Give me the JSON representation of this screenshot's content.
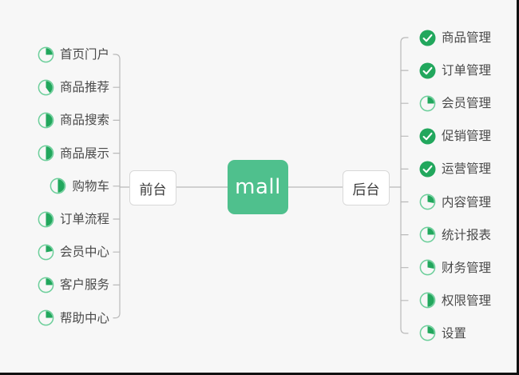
{
  "diagram": {
    "title": "mall",
    "center": {
      "label": "mall",
      "color": "#4FC08D"
    },
    "branches": [
      {
        "id": "frontend",
        "side": "left",
        "label": "前台",
        "items": [
          {
            "label": "首页门户",
            "status": "in-progress",
            "percent": 25
          },
          {
            "label": "商品推荐",
            "status": "in-progress",
            "percent": 40
          },
          {
            "label": "商品搜索",
            "status": "in-progress",
            "percent": 50
          },
          {
            "label": "商品展示",
            "status": "in-progress",
            "percent": 50
          },
          {
            "label": "购物车",
            "status": "in-progress",
            "percent": 50
          },
          {
            "label": "订单流程",
            "status": "in-progress",
            "percent": 50
          },
          {
            "label": "会员中心",
            "status": "in-progress",
            "percent": 22
          },
          {
            "label": "客户服务",
            "status": "in-progress",
            "percent": 25
          },
          {
            "label": "帮助中心",
            "status": "in-progress",
            "percent": 25
          }
        ]
      },
      {
        "id": "backend",
        "side": "right",
        "label": "后台",
        "items": [
          {
            "label": "商品管理",
            "status": "done",
            "percent": 100
          },
          {
            "label": "订单管理",
            "status": "done",
            "percent": 100
          },
          {
            "label": "会员管理",
            "status": "in-progress",
            "percent": 25
          },
          {
            "label": "促销管理",
            "status": "done",
            "percent": 100
          },
          {
            "label": "运营管理",
            "status": "done",
            "percent": 100
          },
          {
            "label": "内容管理",
            "status": "in-progress",
            "percent": 28
          },
          {
            "label": "统计报表",
            "status": "in-progress",
            "percent": 25
          },
          {
            "label": "财务管理",
            "status": "in-progress",
            "percent": 28
          },
          {
            "label": "权限管理",
            "status": "in-progress",
            "percent": 50
          },
          {
            "label": "设置",
            "status": "in-progress",
            "percent": 28
          }
        ]
      }
    ],
    "colors": {
      "accent": "#4FC08D",
      "done": "#22a75d",
      "progress_ring": "#6dcf9b",
      "progress_fill": "#22a75d",
      "connector": "#b9b9b9",
      "background": "#f7f7f7",
      "node_text": "#3b3b3b",
      "leaf_text": "#4a4a4a"
    },
    "icon_names": {
      "done": "check-circle-icon",
      "in-progress": "progress-pie-icon"
    }
  }
}
